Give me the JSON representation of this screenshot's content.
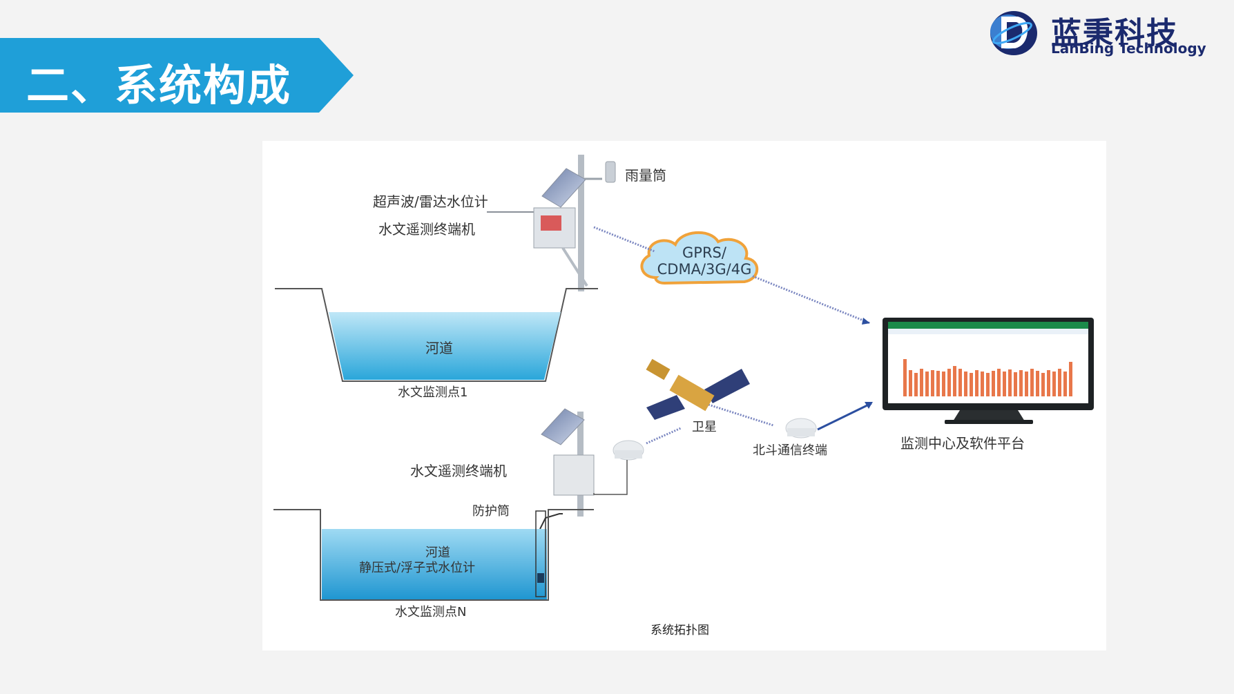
{
  "slide": {
    "title": "二、系统构成",
    "banner_color": "#1f9fd8"
  },
  "logo": {
    "name_cn": "蓝秉科技",
    "name_en": "LanBing Technology",
    "color": "#1b2a6e"
  },
  "diagram": {
    "caption": "系统拓扑图",
    "site1": {
      "rain_gauge": "雨量筒",
      "level_sensor": "超声波/雷达水位计",
      "terminal": "水文遥测终端机",
      "river": "河道",
      "site_name": "水文监测点1"
    },
    "siteN": {
      "terminal": "水文遥测终端机",
      "tube": "防护筒",
      "river": "河道",
      "level_sensor": "静压式/浮子式水位计",
      "site_name": "水文监测点N"
    },
    "network": {
      "cloud_line1": "GPRS/",
      "cloud_line2": "CDMA/3G/4G",
      "satellite": "卫星",
      "beidou": "北斗通信终端"
    },
    "center": {
      "label": "监测中心及软件平台",
      "bar_color": "#e8774a"
    }
  }
}
